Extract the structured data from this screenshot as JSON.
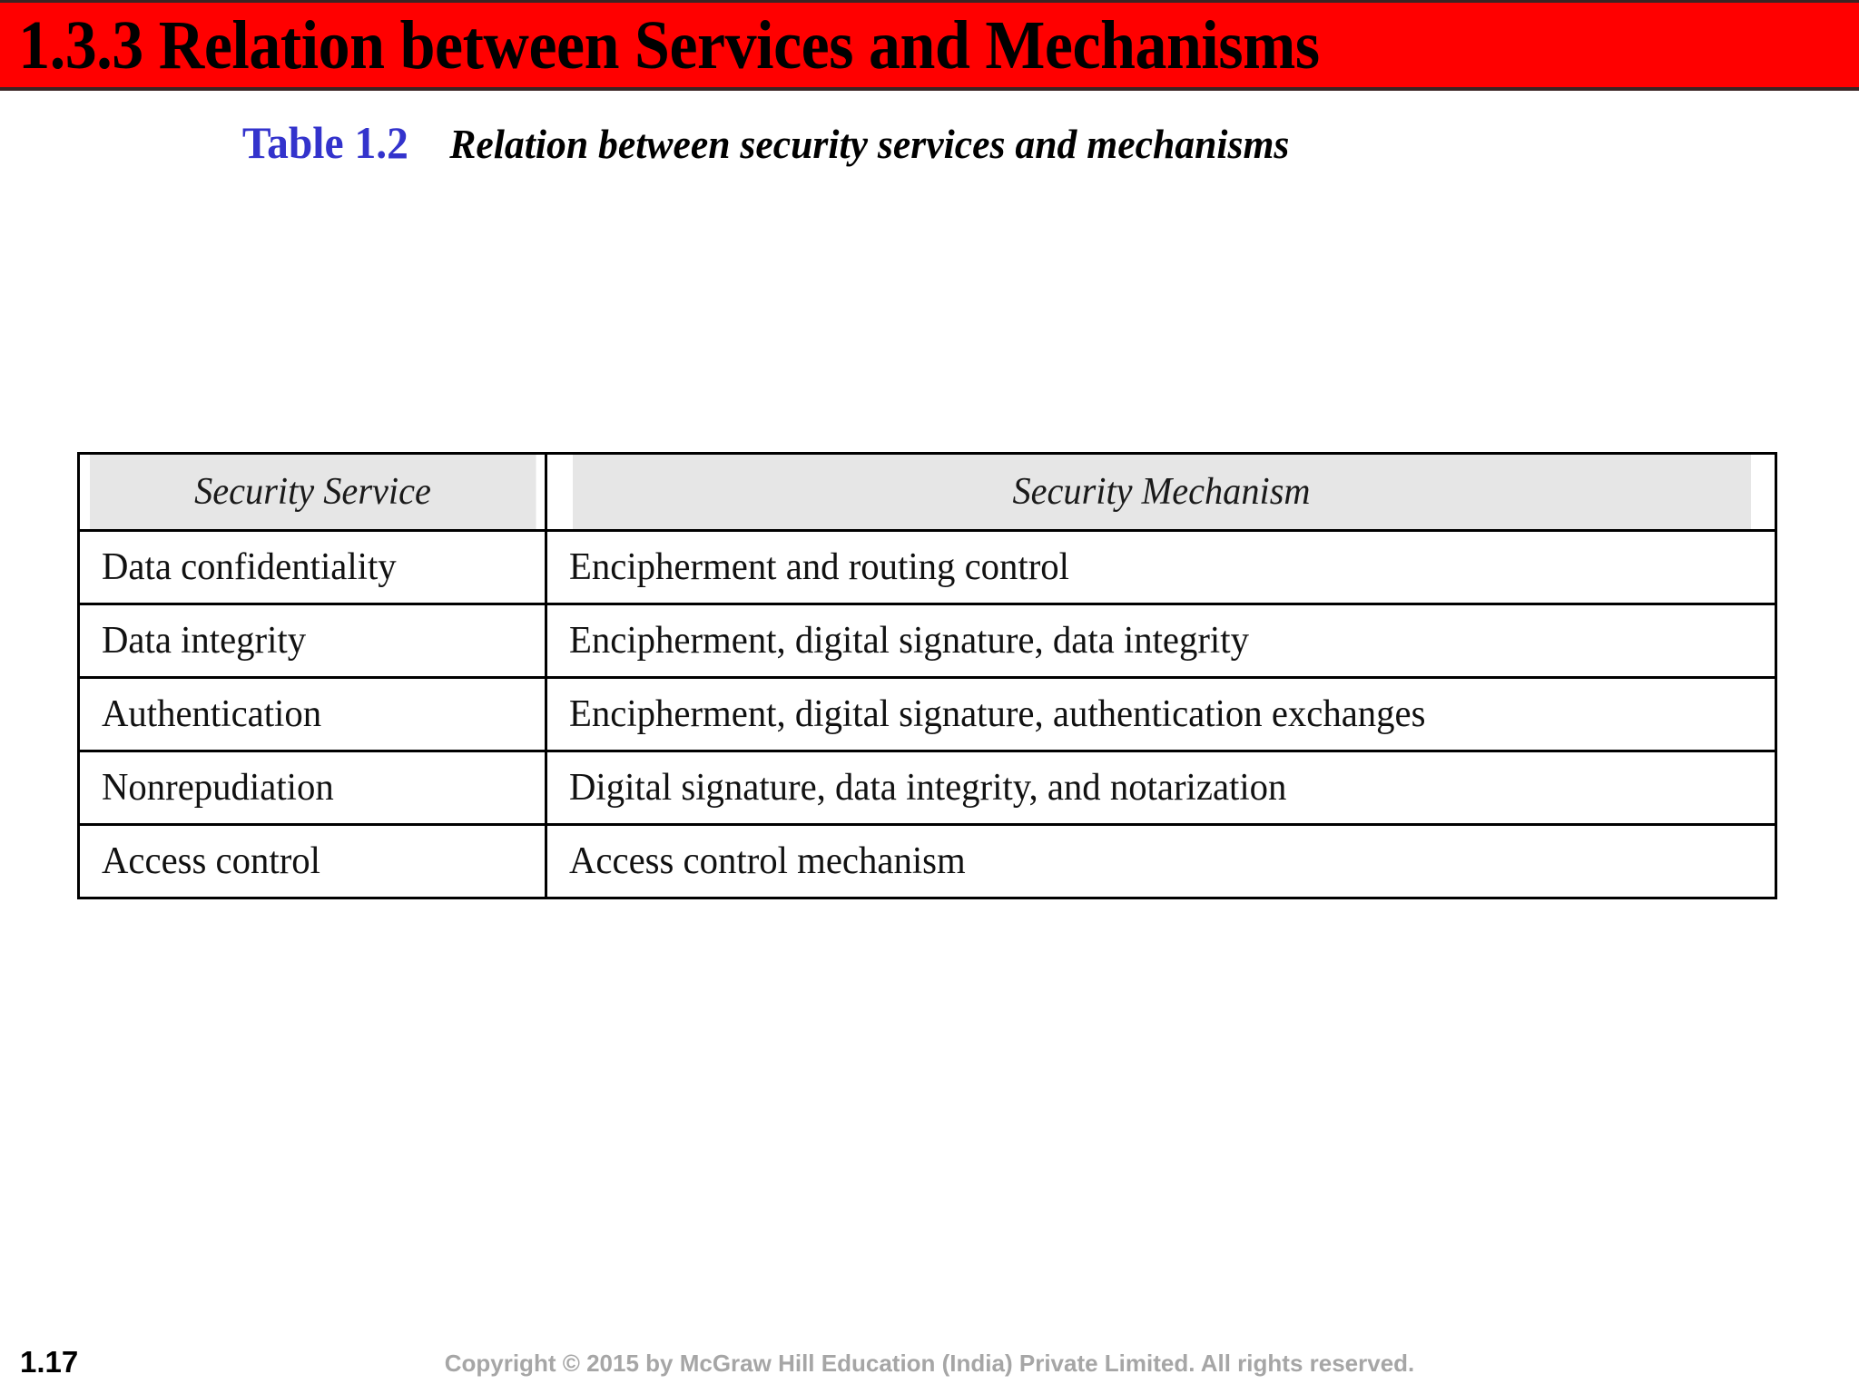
{
  "slide": {
    "banner": {
      "section_number": "1.3.3",
      "title": "1.3.3   Relation between Services and Mechanisms",
      "background_color": "#FF0000",
      "text_color": "#000000"
    },
    "caption": {
      "label": "Table 1.2",
      "label_color": "#3333CC",
      "text": "Relation between security services and mechanisms"
    },
    "table": {
      "header_background": "#E6E6E6",
      "border_color": "#000000",
      "columns": [
        "Security Service",
        "Security Mechanism"
      ],
      "rows": [
        {
          "service": "Data confidentiality",
          "mechanism": "Encipherment and routing control"
        },
        {
          "service": "Data integrity",
          "mechanism": "Encipherment, digital signature, data integrity"
        },
        {
          "service": "Authentication",
          "mechanism": "Encipherment, digital signature, authentication exchanges"
        },
        {
          "service": "Nonrepudiation",
          "mechanism": "Digital signature, data integrity, and notarization"
        },
        {
          "service": "Access control",
          "mechanism": "Access control mechanism"
        }
      ]
    },
    "footer": {
      "slide_number": "1.17",
      "copyright": "Copyright © 2015 by McGraw Hill Education (India) Private Limited. All rights reserved.",
      "copyright_color": "#A6A6A6"
    }
  }
}
